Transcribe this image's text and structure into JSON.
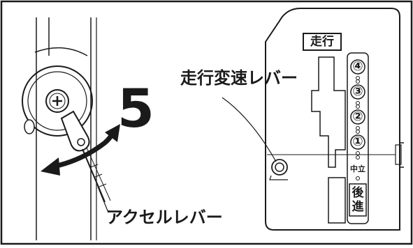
{
  "step_number": "5",
  "callouts": {
    "shift_lever": "走行変速レバー",
    "accel_lever": "アクセルレバー"
  },
  "panel": {
    "header": "走行",
    "gears": [
      "④",
      "③",
      "②",
      "①"
    ],
    "neutral": "中立",
    "reverse_line1": "後",
    "reverse_line2": "進"
  },
  "colors": {
    "ink": "#1a1a1a",
    "background": "#ffffff"
  }
}
